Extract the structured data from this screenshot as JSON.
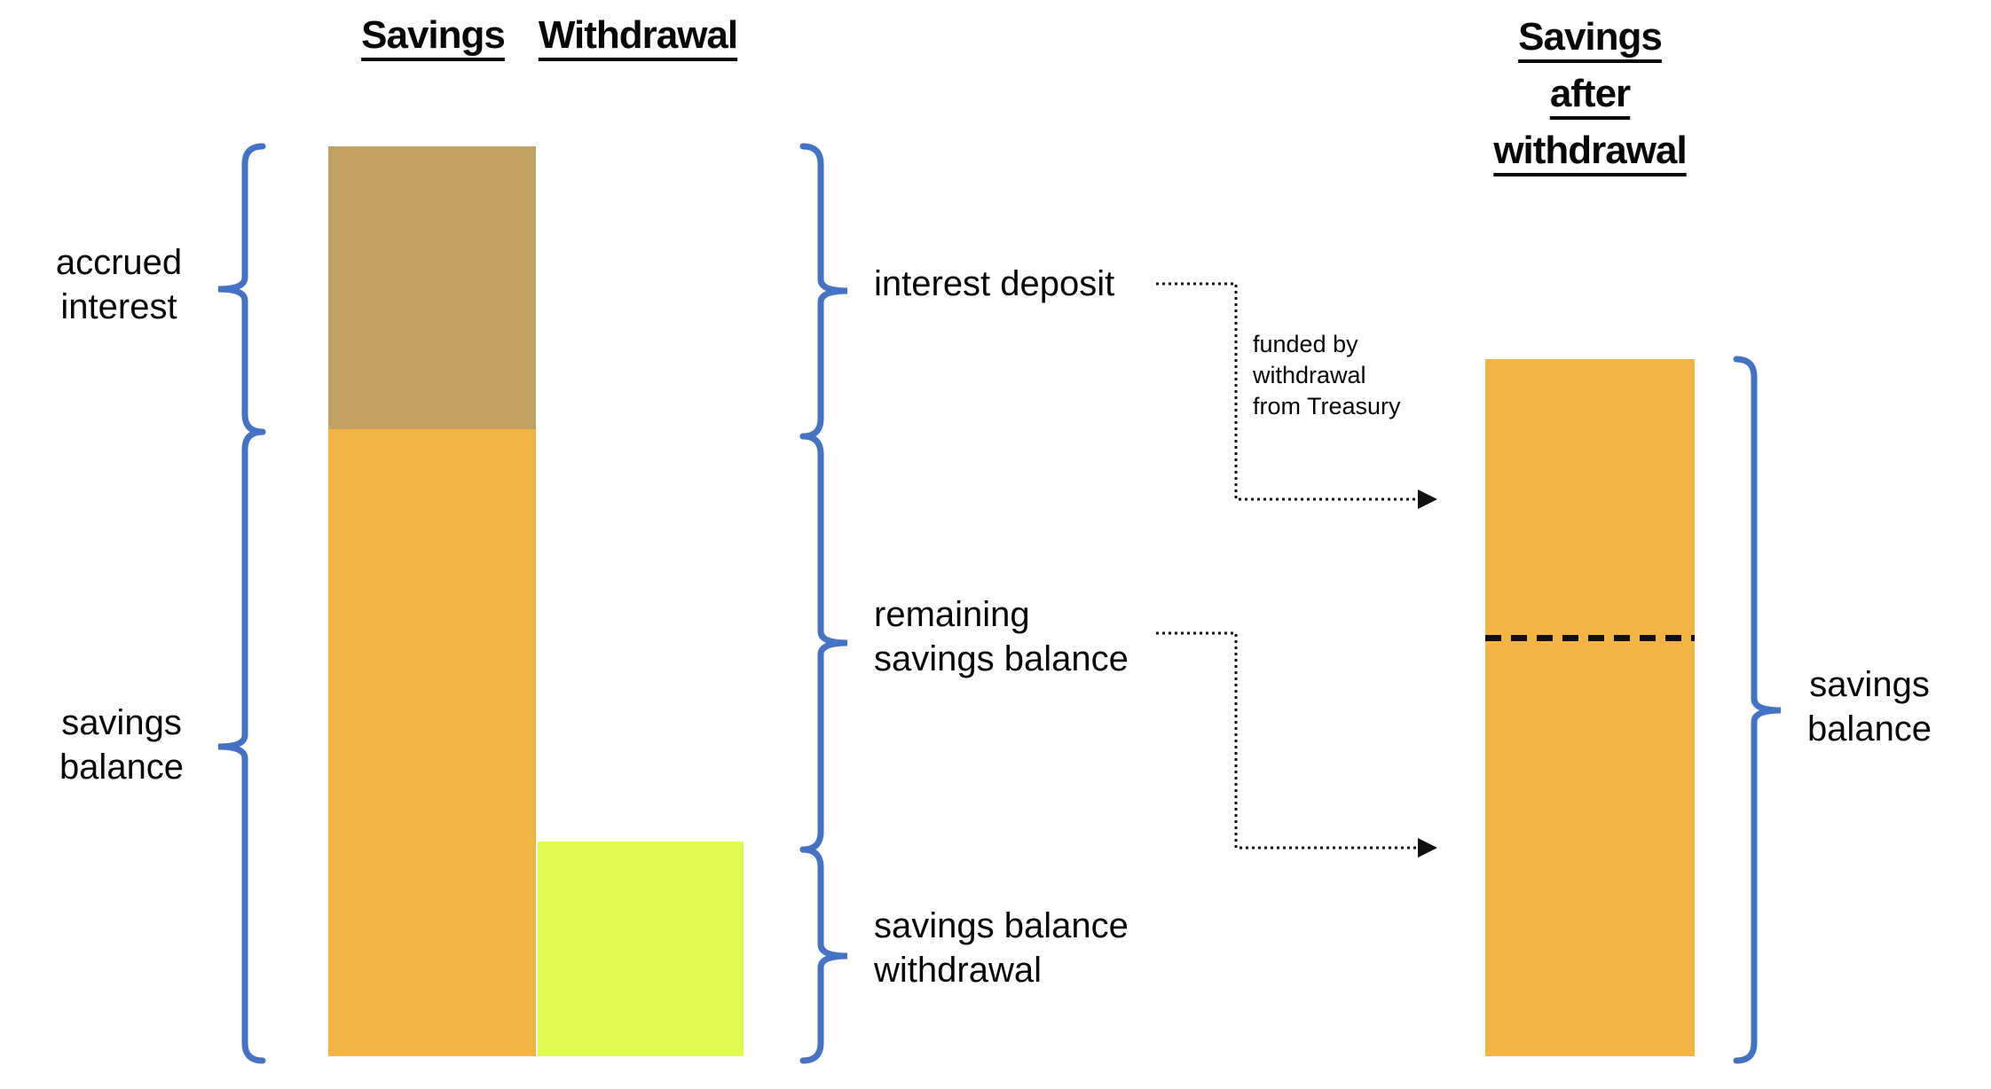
{
  "headers": {
    "savings": "Savings",
    "withdrawal": "Withdrawal",
    "savings_after_withdrawal": "Savings\nafter\nwithdrawal"
  },
  "labels": {
    "accrued_interest": "accrued\ninterest",
    "savings_balance_left": "savings\nbalance",
    "interest_deposit": "interest deposit",
    "remaining_savings_balance": "remaining\nsavings balance",
    "savings_balance_withdrawal": "savings balance\nwithdrawal",
    "funded_note": "funded by\nwithdrawal\nfrom Treasury",
    "savings_balance_right": "savings\nbalance"
  },
  "bars": {
    "savings": {
      "header": "Savings",
      "segments": [
        {
          "name": "accrued interest",
          "color": "#C2A262"
        },
        {
          "name": "savings balance",
          "color": "#F3B445"
        }
      ]
    },
    "withdrawal": {
      "header": "Withdrawal",
      "segments": [
        {
          "name": "savings balance withdrawal",
          "color": "#E0FA52"
        }
      ]
    },
    "savings_after_withdrawal": {
      "header": "Savings after withdrawal",
      "segments": [
        {
          "name": "savings balance",
          "color": "#F3B445"
        }
      ],
      "marker": "dashed line at former remaining-balance level"
    }
  },
  "colors": {
    "accrued_interest_segment": "#C2A262",
    "savings_balance_segment": "#F3B445",
    "withdrawal_bar": "#E0FA52",
    "after_withdrawal_bar": "#F3B445",
    "brace": "#4472C4",
    "connector": "#111111",
    "dashed_marker": "#111111",
    "text": "#070707",
    "background": "#FFFFFF"
  }
}
